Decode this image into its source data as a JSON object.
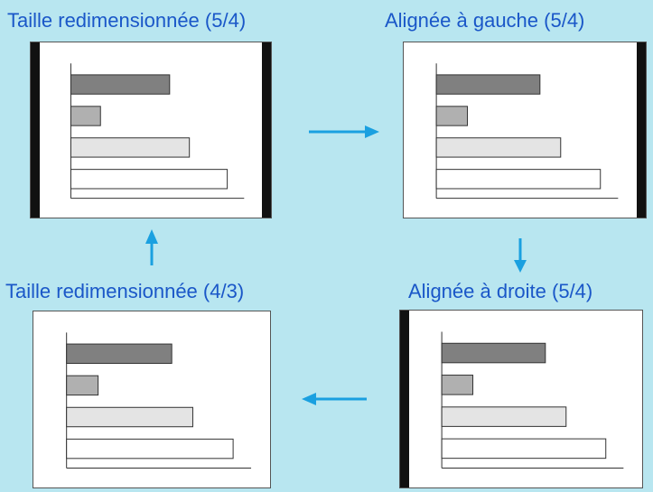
{
  "diagram": {
    "colors": {
      "background": "#b8e6f0",
      "label": "#1a57c8",
      "arrow": "#1aa0e0",
      "bar_fills": [
        "#808080",
        "#b0b0b0",
        "#e4e4e4",
        "#ffffff"
      ],
      "black_bar": "#111111"
    },
    "panels": [
      {
        "id": "p1",
        "label": "Taille redimensionnée (5/4)",
        "black_bars": "both"
      },
      {
        "id": "p2",
        "label": "Alignée à gauche (5/4)",
        "black_bars": "right"
      },
      {
        "id": "p3",
        "label": "Alignée à droite (5/4)",
        "black_bars": "left"
      },
      {
        "id": "p4",
        "label": "Taille redimensionnée (4/3)",
        "black_bars": "none"
      }
    ],
    "bar_lengths": [
      0.6,
      0.18,
      0.72,
      0.95
    ],
    "arrows": [
      {
        "from": "p1",
        "to": "p2",
        "direction": "right"
      },
      {
        "from": "p2",
        "to": "p3",
        "direction": "down"
      },
      {
        "from": "p3",
        "to": "p4",
        "direction": "left"
      },
      {
        "from": "p4",
        "to": "p1",
        "direction": "up"
      }
    ]
  }
}
